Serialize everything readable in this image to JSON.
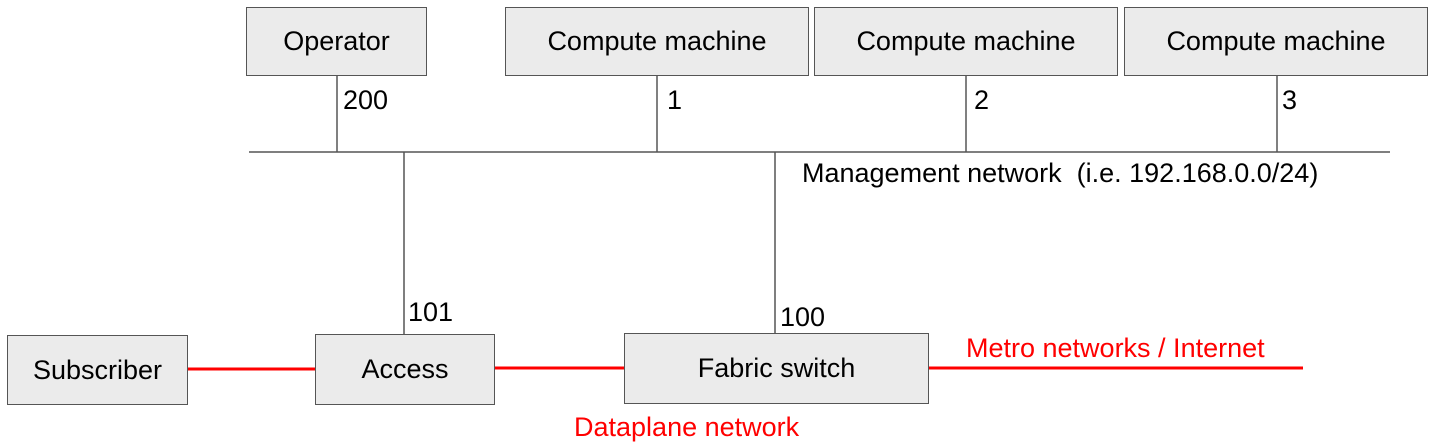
{
  "nodes": {
    "operator": "Operator",
    "compute1": "Compute machine",
    "compute2": "Compute machine",
    "compute3": "Compute machine",
    "subscriber": "Subscriber",
    "access": "Access",
    "fabric": "Fabric switch"
  },
  "addresses": {
    "operator": "200",
    "compute1": "1",
    "compute2": "2",
    "compute3": "3",
    "access": "101",
    "fabric": "100"
  },
  "networks": {
    "management": "Management network  (i.e. 192.168.0.0/24)",
    "dataplane": "Dataplane network",
    "metro": "Metro networks / Internet"
  },
  "colors": {
    "management_line": "#555555",
    "dataplane_line": "#ff0000",
    "node_fill": "#ebebeb"
  }
}
